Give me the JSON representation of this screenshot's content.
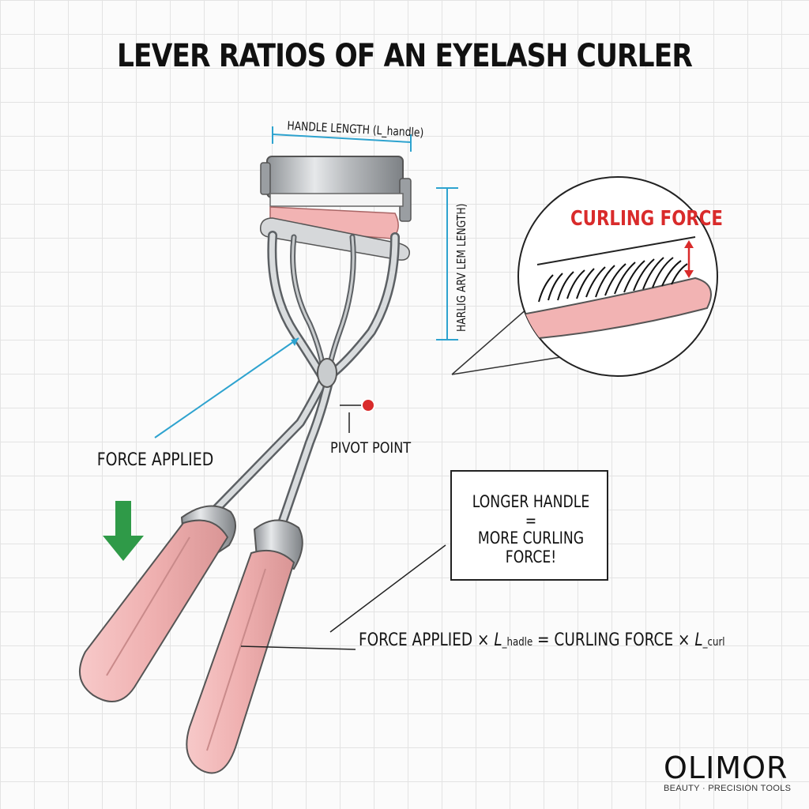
{
  "title": "LEVER RATIOS OF AN EYELASH CURLER",
  "labels": {
    "handle_length": "HANDLE LENGTH (L_handle)",
    "arm_length": "HARLIG ARV LEM LENGTH)",
    "curling_force": "CURLING FORCE",
    "force_applied": "FORCE APPLIED",
    "pivot_point": "PIVOT POINT"
  },
  "callout": {
    "line1": "LONGER HANDLE =",
    "line2": "MORE CURLING FORCE!"
  },
  "formula": {
    "part1": "FORCE APPLIED × ",
    "l1": "L",
    "sub1": "_hadle",
    "part2": " = CURLING FORCE × ",
    "l2": "L",
    "sub2": "_curl"
  },
  "brand": {
    "name": "OLIMOR",
    "tagline": "BEAUTY · PRECISION TOOLS"
  },
  "colors": {
    "accent_blue": "#2ea3cf",
    "force_red": "#d92b2b",
    "arrow_green": "#2f9a48",
    "pad_pink": "#f2b3b3",
    "metal": "#b9bcbf"
  }
}
